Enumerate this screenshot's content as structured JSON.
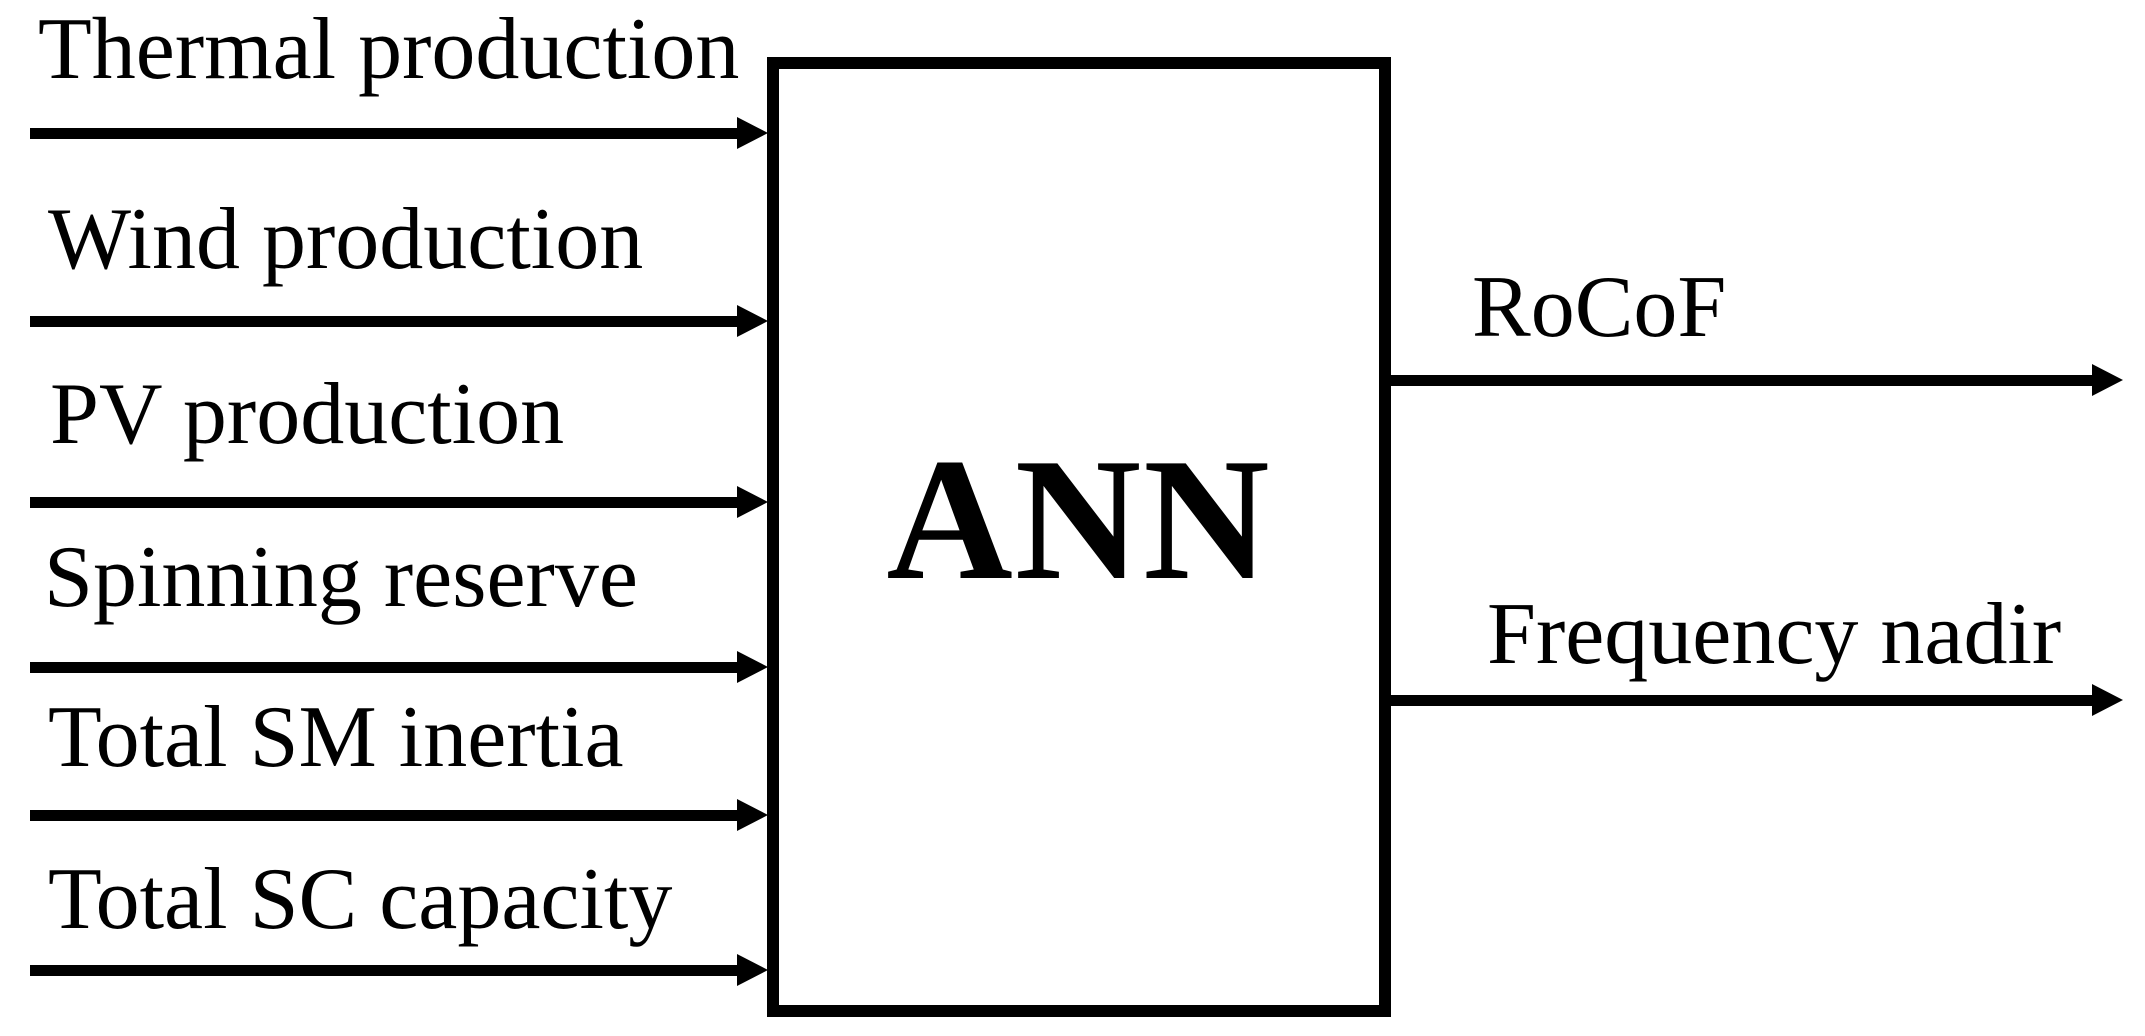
{
  "figure": {
    "block": {
      "label": "ANN"
    },
    "inputs": [
      {
        "label": "Thermal production"
      },
      {
        "label": "Wind production"
      },
      {
        "label": "PV production"
      },
      {
        "label": "Spinning reserve"
      },
      {
        "label": "Total SM inertia"
      },
      {
        "label": "Total SC capacity"
      }
    ],
    "outputs": [
      {
        "label": "RoCoF"
      },
      {
        "label": "Frequency nadir"
      }
    ],
    "colors": {
      "stroke": "#000000",
      "background": "#ffffff"
    }
  }
}
